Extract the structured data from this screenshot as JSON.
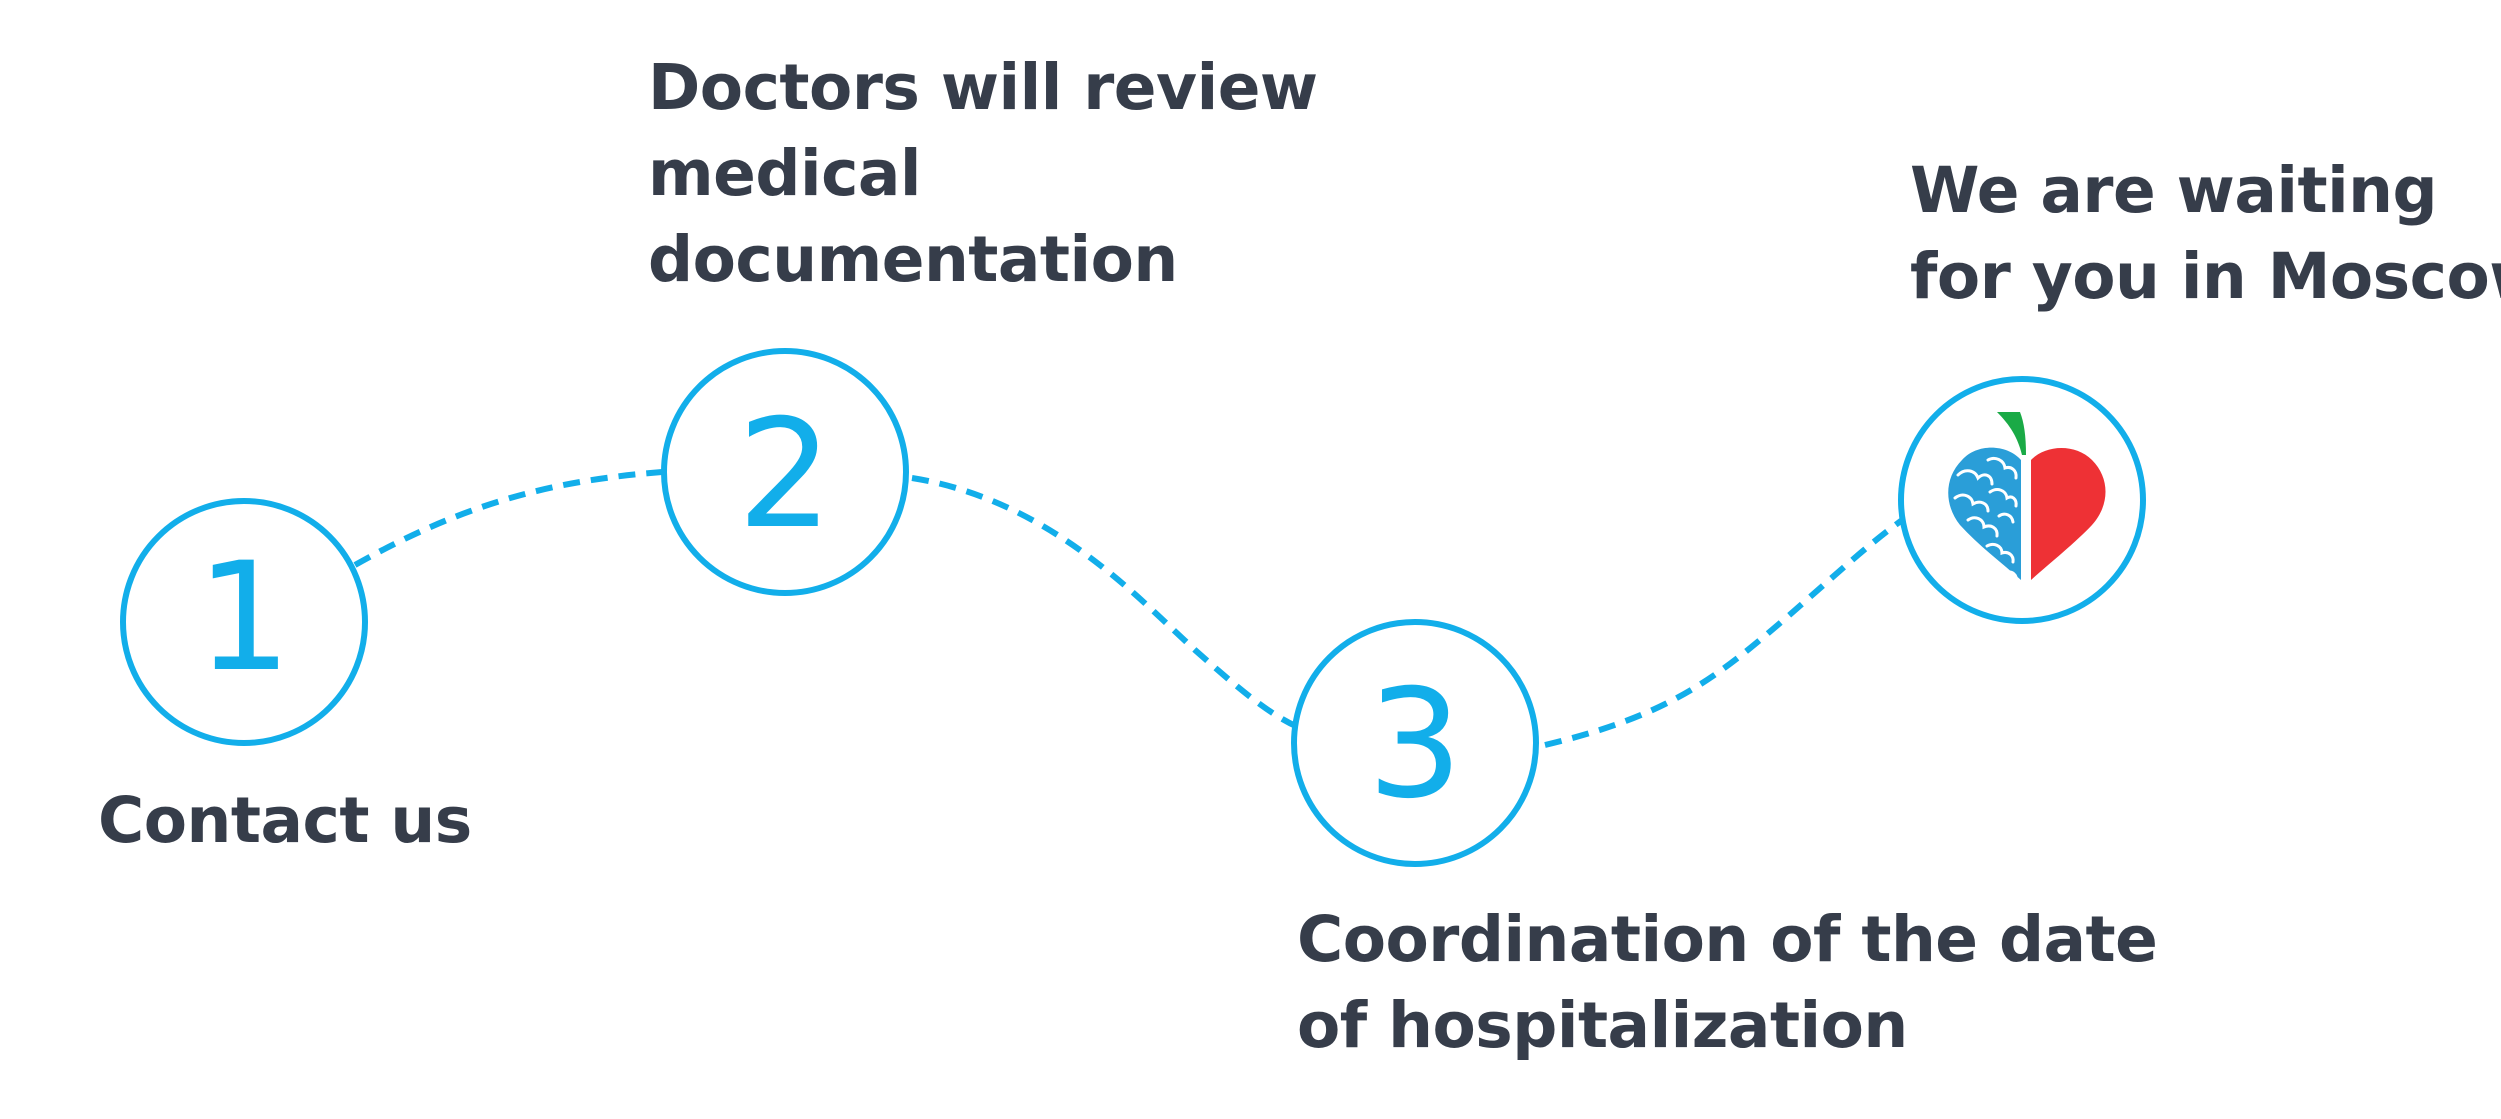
{
  "colors": {
    "accent": "#12aeea",
    "text": "#363d4a",
    "heart_red": "#ee3135",
    "leaf_green": "#1aaa46"
  },
  "steps": [
    {
      "number": "1",
      "label_lines": [
        "Contact us"
      ]
    },
    {
      "number": "2",
      "label_lines": [
        "Doctors will review",
        "medical",
        "documentation"
      ]
    },
    {
      "number": "3",
      "label_lines": [
        "Coordination of the date",
        "of hospitalization"
      ]
    },
    {
      "icon": "heart-brain-logo-icon",
      "label_lines": [
        "We are waiting",
        "for you in Moscow"
      ]
    }
  ]
}
